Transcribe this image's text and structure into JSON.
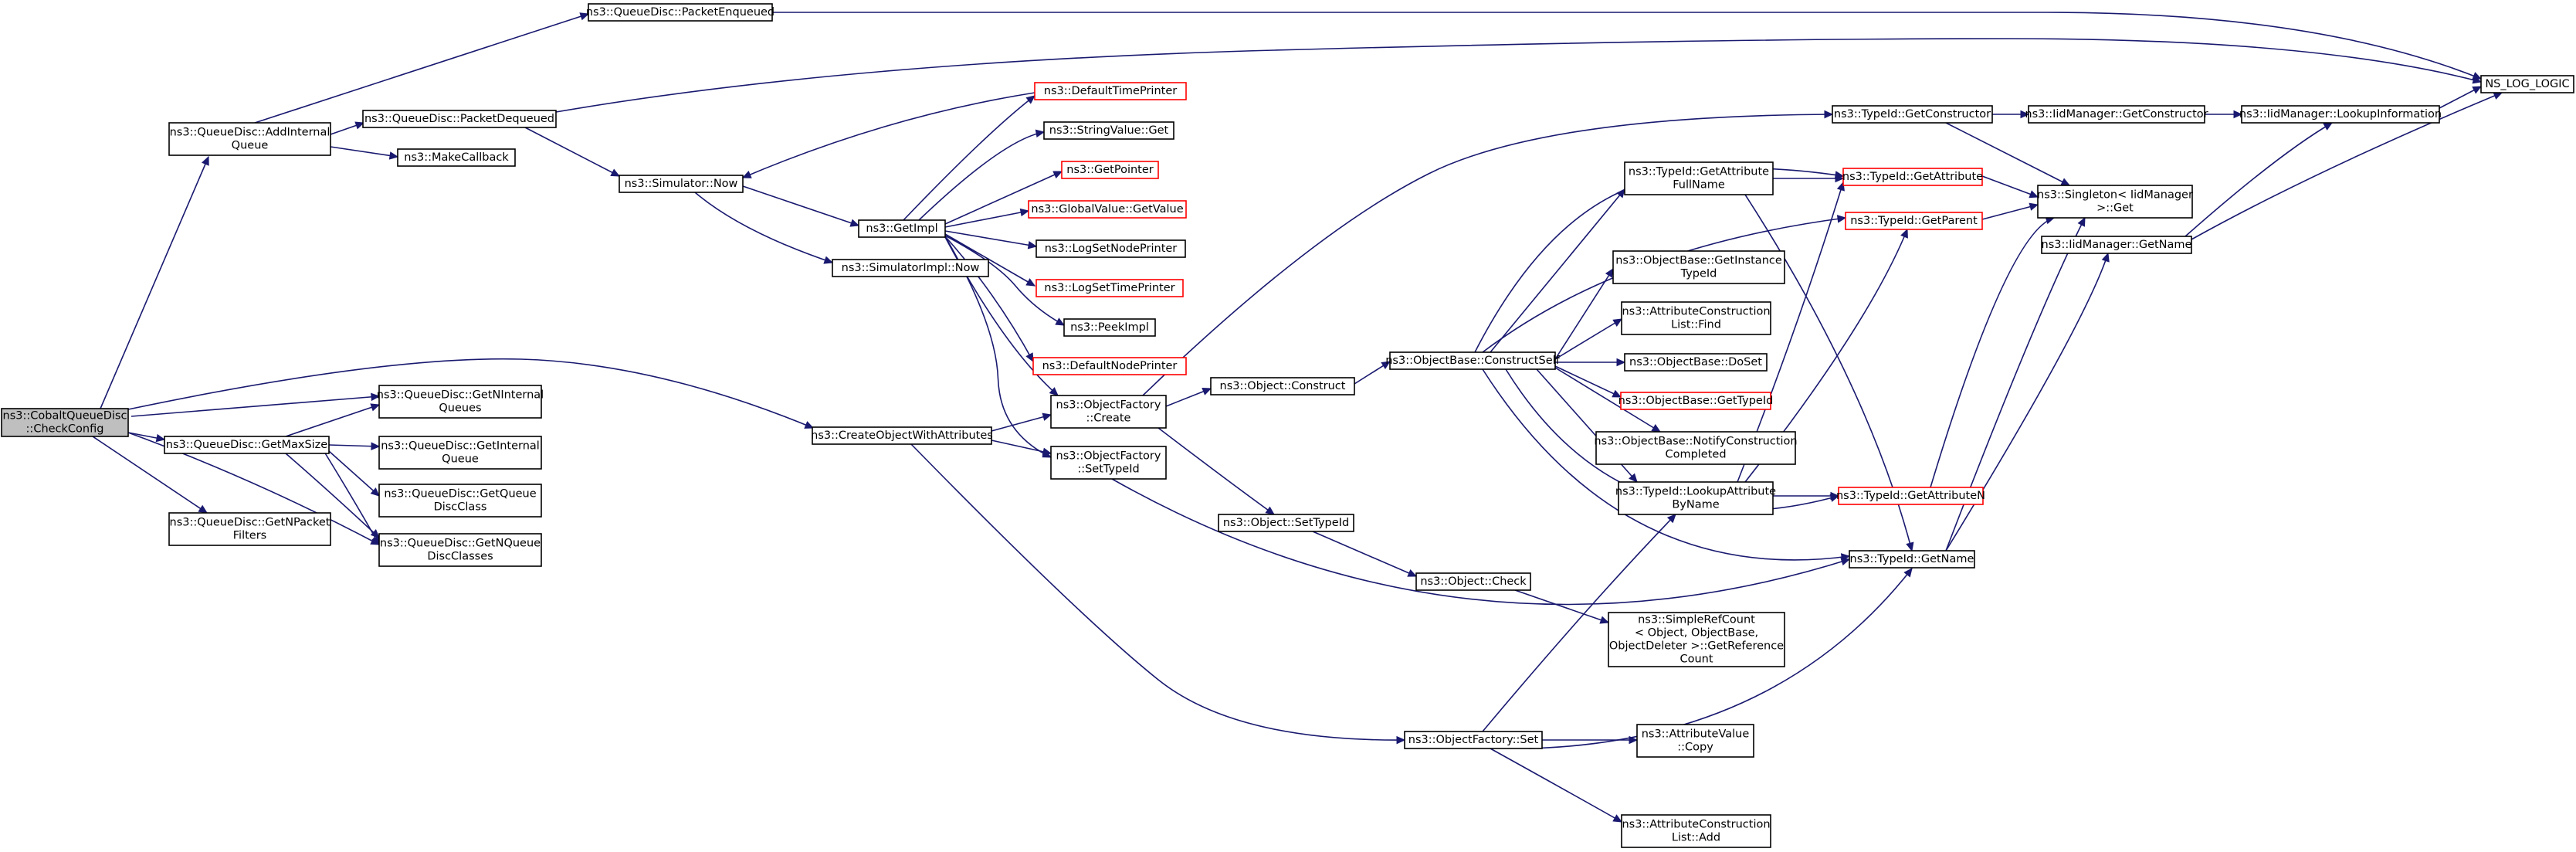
{
  "graph": {
    "nodes": [
      {
        "id": "root",
        "lines": [
          "ns3::CobaltQueueDisc",
          "::CheckConfig"
        ],
        "style": "root"
      },
      {
        "id": "addInternal",
        "lines": [
          "ns3::QueueDisc::AddInternal",
          "Queue"
        ]
      },
      {
        "id": "pktEnq",
        "lines": [
          "ns3::QueueDisc::PacketEnqueued"
        ]
      },
      {
        "id": "pktDeq",
        "lines": [
          "ns3::QueueDisc::PacketDequeued"
        ]
      },
      {
        "id": "makeCb",
        "lines": [
          "ns3::MakeCallback"
        ]
      },
      {
        "id": "nsLog",
        "lines": [
          "NS_LOG_LOGIC"
        ]
      },
      {
        "id": "simNow",
        "lines": [
          "ns3::Simulator::Now"
        ]
      },
      {
        "id": "getImpl",
        "lines": [
          "ns3::GetImpl"
        ]
      },
      {
        "id": "simImplNow",
        "lines": [
          "ns3::SimulatorImpl::Now"
        ]
      },
      {
        "id": "defTimePr",
        "lines": [
          "ns3::DefaultTimePrinter"
        ],
        "style": "red"
      },
      {
        "id": "strValGet",
        "lines": [
          "ns3::StringValue::Get"
        ]
      },
      {
        "id": "getPtr",
        "lines": [
          "ns3::GetPointer"
        ],
        "style": "red"
      },
      {
        "id": "globValGet",
        "lines": [
          "ns3::GlobalValue::GetValue"
        ],
        "style": "red"
      },
      {
        "id": "logSetNode",
        "lines": [
          "ns3::LogSetNodePrinter"
        ]
      },
      {
        "id": "logSetTime",
        "lines": [
          "ns3::LogSetTimePrinter"
        ],
        "style": "red"
      },
      {
        "id": "peekImpl",
        "lines": [
          "ns3::PeekImpl"
        ]
      },
      {
        "id": "defNodePr",
        "lines": [
          "ns3::DefaultNodePrinter"
        ],
        "style": "red"
      },
      {
        "id": "getNInternalQ",
        "lines": [
          "ns3::QueueDisc::GetNInternal",
          "Queues"
        ]
      },
      {
        "id": "getMaxSize",
        "lines": [
          "ns3::QueueDisc::GetMaxSize"
        ]
      },
      {
        "id": "getInternalQ",
        "lines": [
          "ns3::QueueDisc::GetInternal",
          "Queue"
        ]
      },
      {
        "id": "getQDClass",
        "lines": [
          "ns3::QueueDisc::GetQueue",
          "DiscClass"
        ]
      },
      {
        "id": "getNPktFilters",
        "lines": [
          "ns3::QueueDisc::GetNPacket",
          "Filters"
        ]
      },
      {
        "id": "getNQDClasses",
        "lines": [
          "ns3::QueueDisc::GetNQueue",
          "DiscClasses"
        ]
      },
      {
        "id": "createObjAttr",
        "lines": [
          "ns3::CreateObjectWithAttributes"
        ]
      },
      {
        "id": "ofCreate",
        "lines": [
          "ns3::ObjectFactory",
          "::Create"
        ]
      },
      {
        "id": "ofSetTypeId",
        "lines": [
          "ns3::ObjectFactory",
          "::SetTypeId"
        ]
      },
      {
        "id": "objConstruct",
        "lines": [
          "ns3::Object::Construct"
        ]
      },
      {
        "id": "objSetTypeId",
        "lines": [
          "ns3::Object::SetTypeId"
        ]
      },
      {
        "id": "objCheck",
        "lines": [
          "ns3::Object::Check"
        ]
      },
      {
        "id": "simpleRef",
        "lines": [
          "ns3::SimpleRefCount",
          "< Object, ObjectBase,",
          "ObjectDeleter >::GetReference",
          "Count"
        ]
      },
      {
        "id": "ofSet",
        "lines": [
          "ns3::ObjectFactory::Set"
        ]
      },
      {
        "id": "attrValCopy",
        "lines": [
          "ns3::AttributeValue",
          "::Copy"
        ]
      },
      {
        "id": "attrConsAdd",
        "lines": [
          "ns3::AttributeConstruction",
          "List::Add"
        ]
      },
      {
        "id": "constructSelf",
        "lines": [
          "ns3::ObjectBase::ConstructSelf"
        ]
      },
      {
        "id": "getAttrFull",
        "lines": [
          "ns3::TypeId::GetAttribute",
          "FullName"
        ]
      },
      {
        "id": "getInstTypeId",
        "lines": [
          "ns3::ObjectBase::GetInstance",
          "TypeId"
        ]
      },
      {
        "id": "attrConsFind",
        "lines": [
          "ns3::AttributeConstruction",
          "List::Find"
        ]
      },
      {
        "id": "doSet",
        "lines": [
          "ns3::ObjectBase::DoSet"
        ]
      },
      {
        "id": "obGetTypeId",
        "lines": [
          "ns3::ObjectBase::GetTypeId"
        ],
        "style": "red"
      },
      {
        "id": "notifyCons",
        "lines": [
          "ns3::ObjectBase::NotifyConstruction",
          "Completed"
        ]
      },
      {
        "id": "lookupAttr",
        "lines": [
          "ns3::TypeId::LookupAttribute",
          "ByName"
        ]
      },
      {
        "id": "tidGetCtor",
        "lines": [
          "ns3::TypeId::GetConstructor"
        ]
      },
      {
        "id": "tidGetAttr",
        "lines": [
          "ns3::TypeId::GetAttribute"
        ],
        "style": "red"
      },
      {
        "id": "tidGetParent",
        "lines": [
          "ns3::TypeId::GetParent"
        ],
        "style": "red"
      },
      {
        "id": "tidGetAttrN",
        "lines": [
          "ns3::TypeId::GetAttributeN"
        ],
        "style": "red"
      },
      {
        "id": "tidGetName",
        "lines": [
          "ns3::TypeId::GetName"
        ]
      },
      {
        "id": "iidGetCtor",
        "lines": [
          "ns3::IidManager::GetConstructor"
        ]
      },
      {
        "id": "iidLookup",
        "lines": [
          "ns3::IidManager::LookupInformation"
        ]
      },
      {
        "id": "singletonGet",
        "lines": [
          "ns3::Singleton< IidManager",
          ">::Get"
        ]
      },
      {
        "id": "iidGetName",
        "lines": [
          "ns3::IidManager::GetName"
        ]
      }
    ]
  }
}
